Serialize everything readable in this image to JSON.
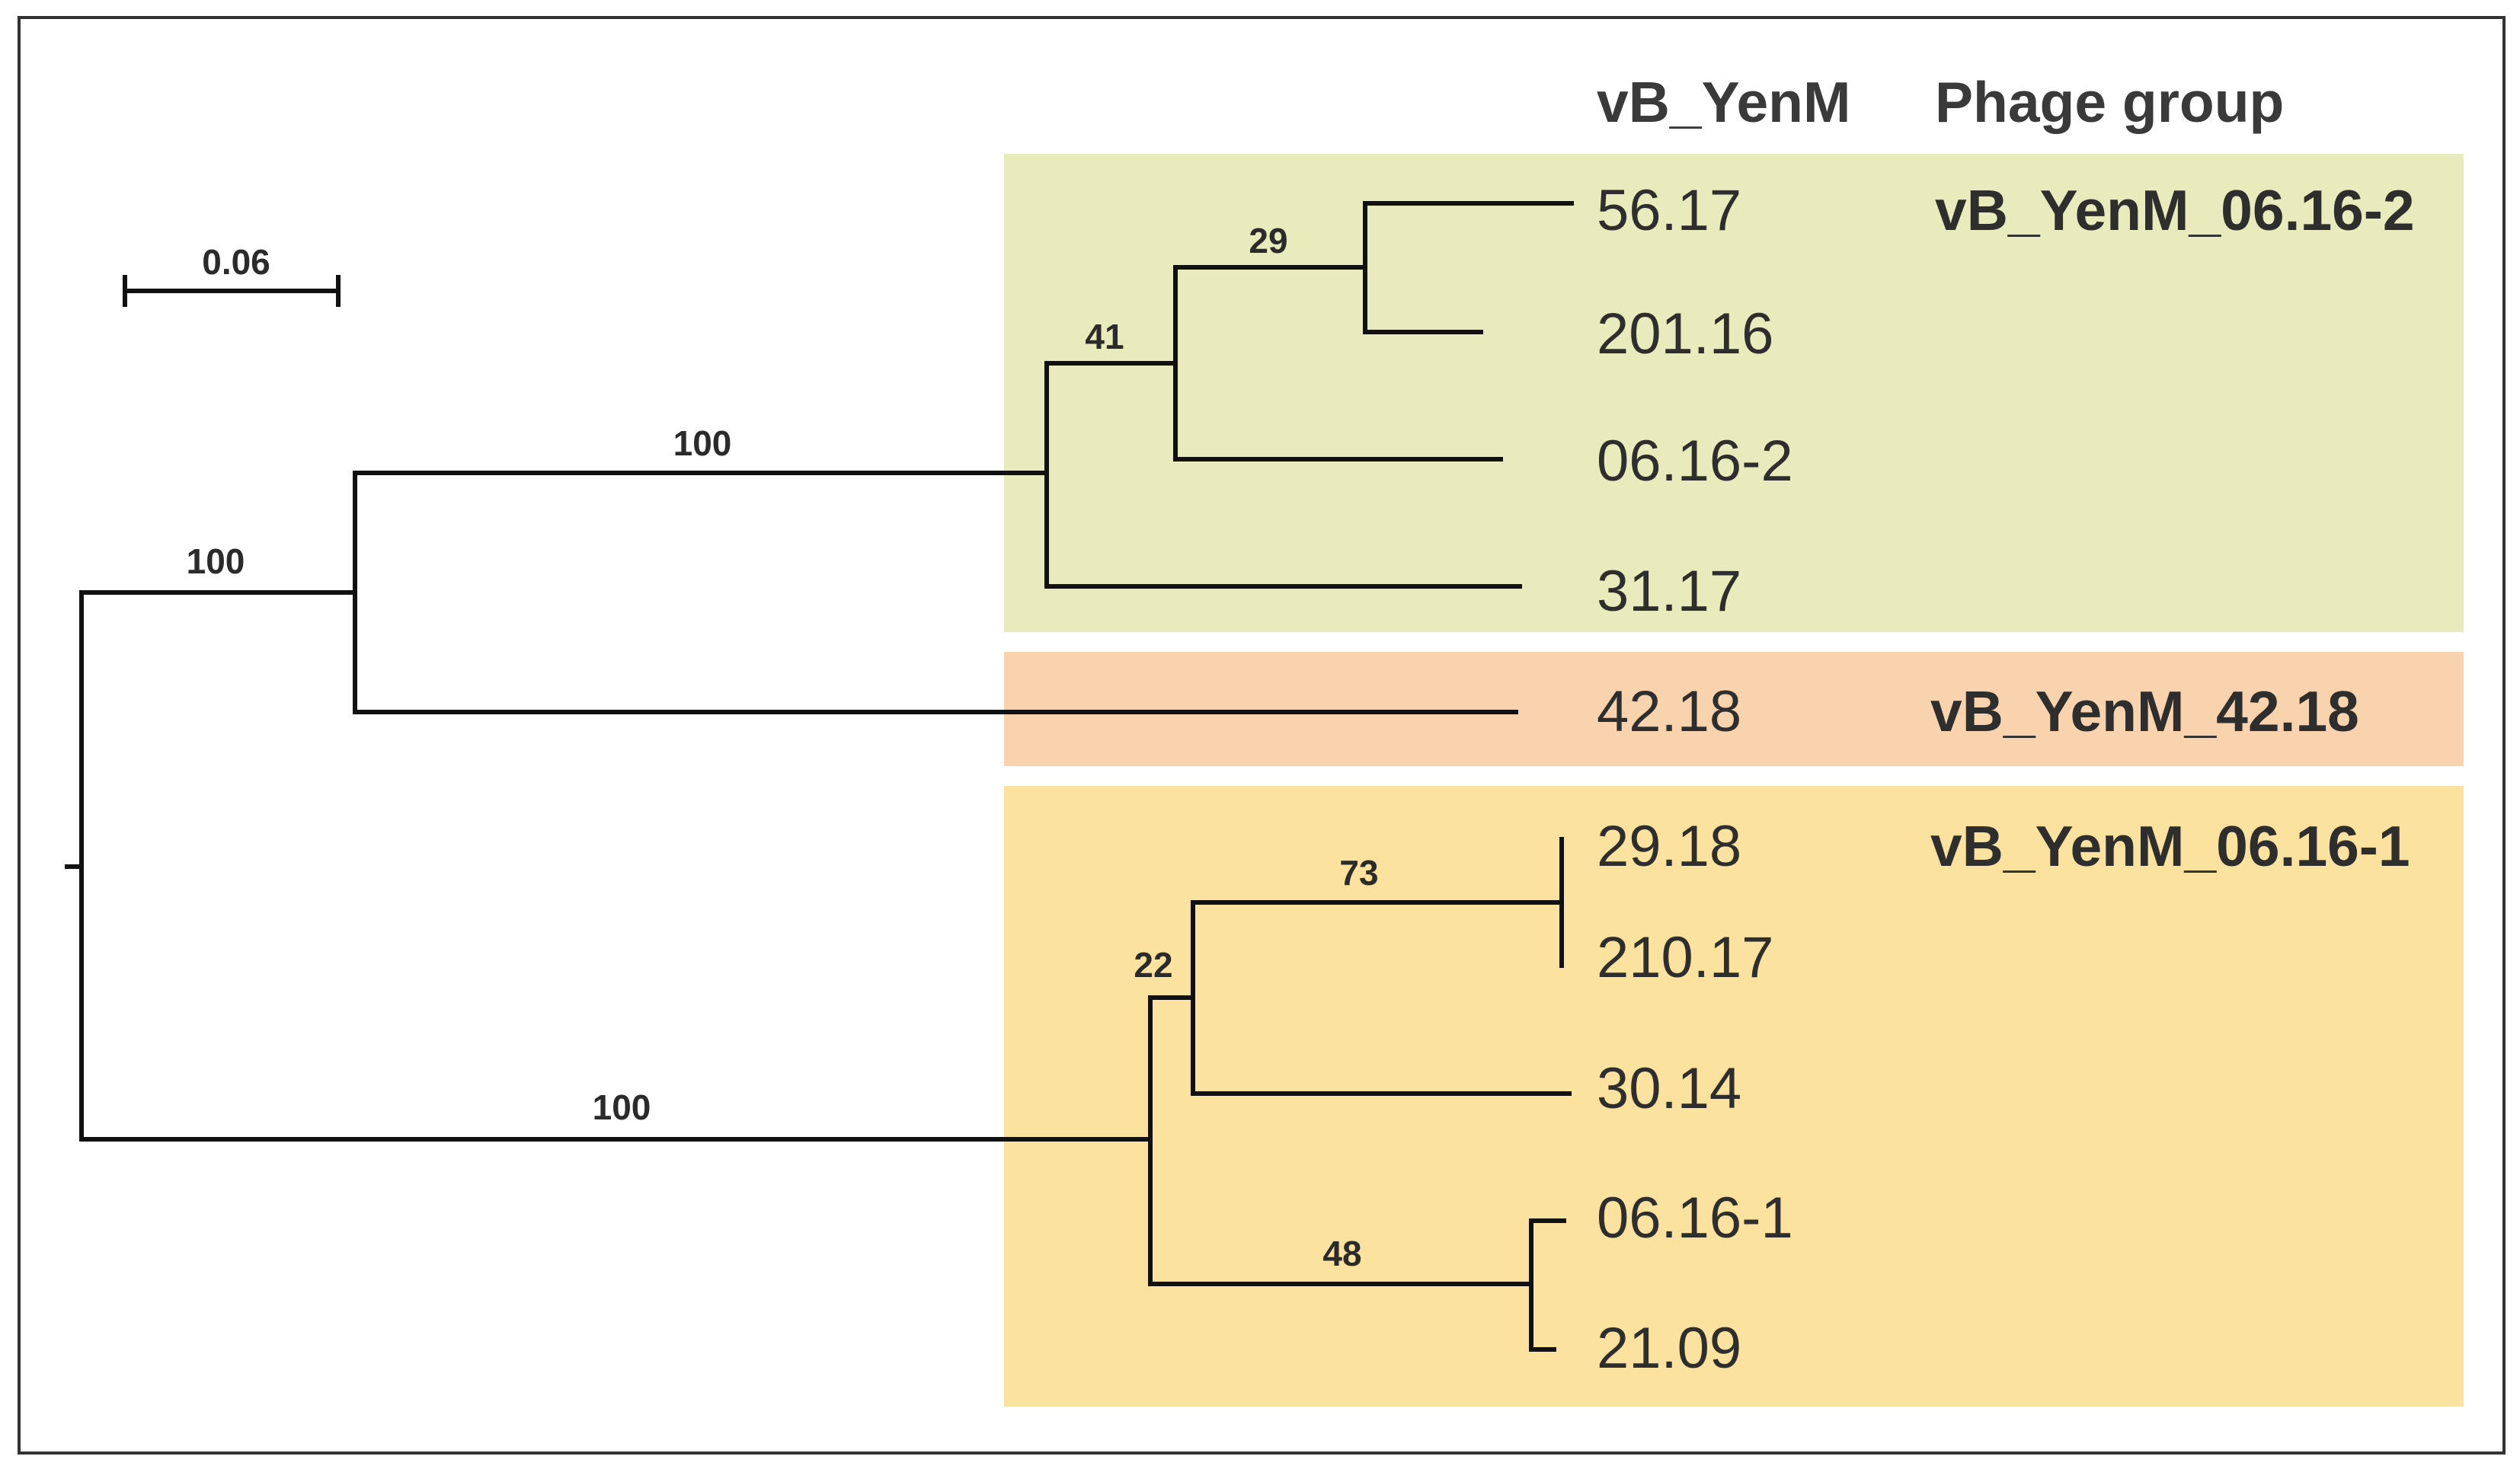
{
  "header": {
    "col_isolate": "vB_YenM",
    "col_group": "Phage group"
  },
  "scale_bar": {
    "label": "0.06"
  },
  "groups": [
    {
      "name": "vB_YenM_06.16-2",
      "color": "#e8ebbb"
    },
    {
      "name": "vB_YenM_42.18",
      "color": "#f8d3ad"
    },
    {
      "name": "vB_YenM_06.16-1",
      "color": "#fbe29f"
    }
  ],
  "leaves": [
    "56.17",
    "201.16",
    "06.16-2",
    "31.17",
    "42.18",
    "29.18",
    "210.17",
    "30.14",
    "06.16-1",
    "21.09"
  ],
  "supports": {
    "root_upper": "100",
    "upper_clade": "100",
    "lower_clade": "100",
    "n41": "41",
    "n29": "29",
    "n22": "22",
    "n73": "73",
    "n48": "48"
  }
}
